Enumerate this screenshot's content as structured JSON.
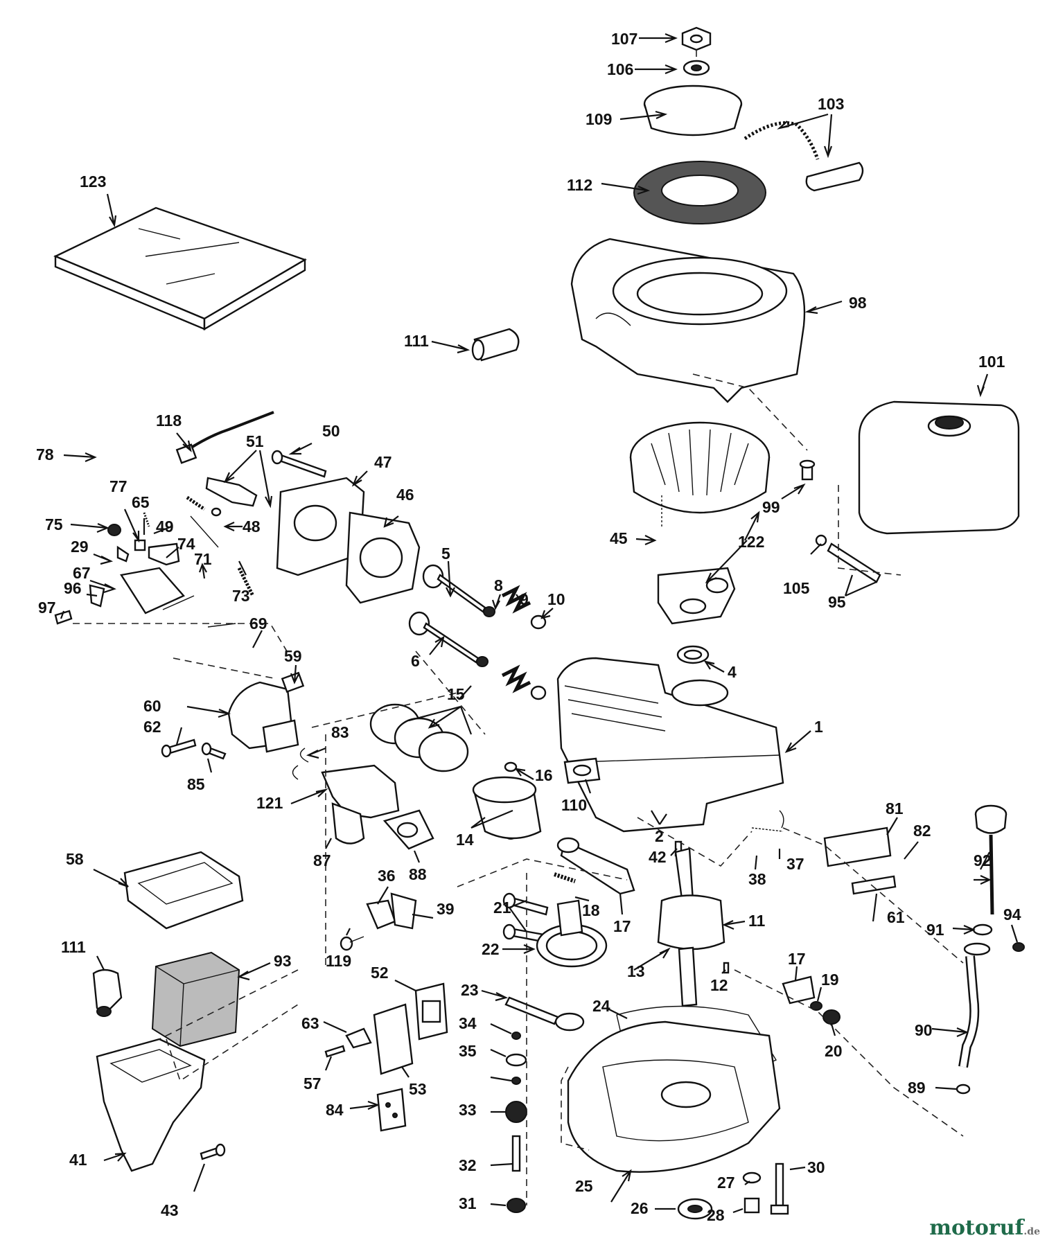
{
  "diagram": {
    "part_numbers": [
      "107",
      "106",
      "109",
      "103",
      "112",
      "123",
      "98",
      "111",
      "101",
      "118",
      "50",
      "78",
      "51",
      "47",
      "99",
      "77",
      "65",
      "49",
      "48",
      "46",
      "75",
      "122",
      "45",
      "105",
      "95",
      "29",
      "71",
      "74",
      "73",
      "5",
      "8",
      "9",
      "10",
      "67",
      "96",
      "97",
      "69",
      "4",
      "6",
      "59",
      "60",
      "15",
      "62",
      "83",
      "16",
      "1",
      "85",
      "121",
      "110",
      "14",
      "2",
      "81",
      "82",
      "87",
      "88",
      "42",
      "58",
      "36",
      "39",
      "38",
      "37",
      "92",
      "17",
      "21",
      "18",
      "61",
      "119",
      "11",
      "111b",
      "93",
      "22",
      "13",
      "94",
      "91",
      "12",
      "52",
      "23",
      "17b",
      "19",
      "63",
      "34",
      "24",
      "20",
      "90",
      "57",
      "35",
      "53",
      "84",
      "33",
      "89",
      "41",
      "32",
      "30",
      "43",
      "27",
      "31",
      "26",
      "25",
      "28"
    ]
  },
  "watermark": {
    "brand": "motoruf",
    "tld": ".de"
  }
}
